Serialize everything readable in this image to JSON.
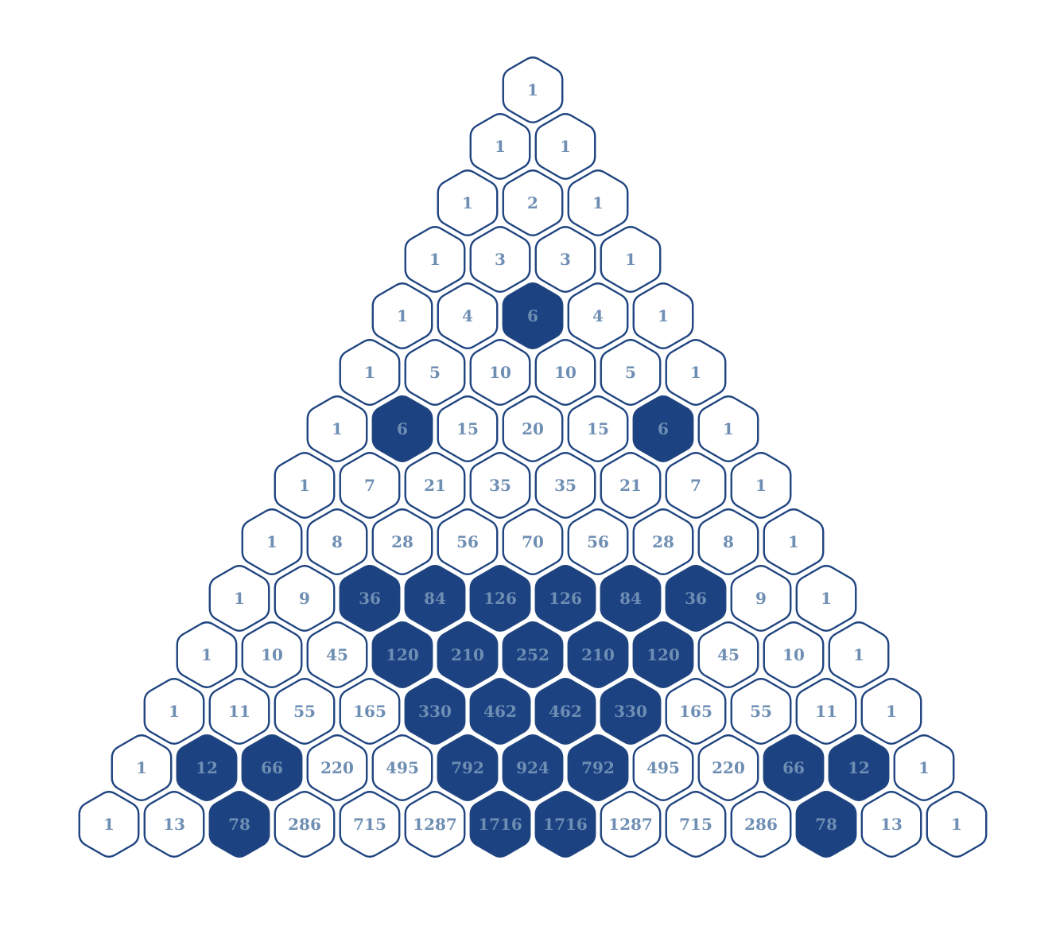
{
  "diagram": {
    "colors": {
      "outline": "#1f4480",
      "highlight_fill": "#1c4282",
      "plain_fill": "#ffffff",
      "label": "#6e8eb3"
    },
    "rows": [
      [
        1
      ],
      [
        1,
        1
      ],
      [
        1,
        2,
        1
      ],
      [
        1,
        3,
        3,
        1
      ],
      [
        1,
        4,
        6,
        4,
        1
      ],
      [
        1,
        5,
        10,
        10,
        5,
        1
      ],
      [
        1,
        6,
        15,
        20,
        15,
        6,
        1
      ],
      [
        1,
        7,
        21,
        35,
        35,
        21,
        7,
        1
      ],
      [
        1,
        8,
        28,
        56,
        70,
        56,
        28,
        8,
        1
      ],
      [
        1,
        9,
        36,
        84,
        126,
        126,
        84,
        36,
        9,
        1
      ],
      [
        1,
        10,
        45,
        120,
        210,
        252,
        210,
        120,
        45,
        10,
        1
      ],
      [
        1,
        11,
        55,
        165,
        330,
        462,
        462,
        330,
        165,
        55,
        11,
        1
      ],
      [
        1,
        12,
        66,
        220,
        495,
        792,
        924,
        792,
        495,
        220,
        66,
        12,
        1
      ],
      [
        1,
        13,
        78,
        286,
        715,
        1287,
        1716,
        1716,
        1287,
        715,
        286,
        78,
        13,
        1
      ]
    ],
    "highlighted": [
      [
        0,
        0,
        0,
        0,
        0,
        0,
        0,
        0,
        0,
        0,
        0,
        0,
        0,
        0
      ],
      [
        0,
        0,
        0,
        0,
        0,
        0,
        0,
        0,
        0,
        0,
        0,
        0,
        0,
        0
      ],
      [
        0,
        0,
        0,
        0,
        0,
        0,
        0,
        0,
        0,
        0,
        0,
        0,
        0,
        0
      ],
      [
        0,
        0,
        0,
        0,
        0,
        0,
        0,
        0,
        0,
        0,
        0,
        0,
        0,
        0
      ],
      [
        0,
        0,
        1,
        0,
        0,
        0,
        0,
        0,
        0,
        0,
        0,
        0,
        0,
        0
      ],
      [
        0,
        0,
        0,
        0,
        0,
        0,
        0,
        0,
        0,
        0,
        0,
        0,
        0,
        0
      ],
      [
        0,
        1,
        0,
        0,
        0,
        1,
        0,
        0,
        0,
        0,
        0,
        0,
        0,
        0
      ],
      [
        0,
        0,
        0,
        0,
        0,
        0,
        0,
        0,
        0,
        0,
        0,
        0,
        0,
        0
      ],
      [
        0,
        0,
        0,
        0,
        0,
        0,
        0,
        0,
        0,
        0,
        0,
        0,
        0,
        0
      ],
      [
        0,
        0,
        1,
        1,
        1,
        1,
        1,
        1,
        0,
        0,
        0,
        0,
        0,
        0
      ],
      [
        0,
        0,
        0,
        1,
        1,
        1,
        1,
        1,
        0,
        0,
        0,
        0,
        0,
        0
      ],
      [
        0,
        0,
        0,
        0,
        1,
        1,
        1,
        1,
        0,
        0,
        0,
        0,
        0,
        0
      ],
      [
        0,
        1,
        1,
        0,
        0,
        1,
        1,
        1,
        0,
        0,
        1,
        1,
        0,
        0
      ],
      [
        0,
        0,
        1,
        0,
        0,
        0,
        1,
        1,
        0,
        0,
        0,
        1,
        0,
        0
      ]
    ]
  }
}
